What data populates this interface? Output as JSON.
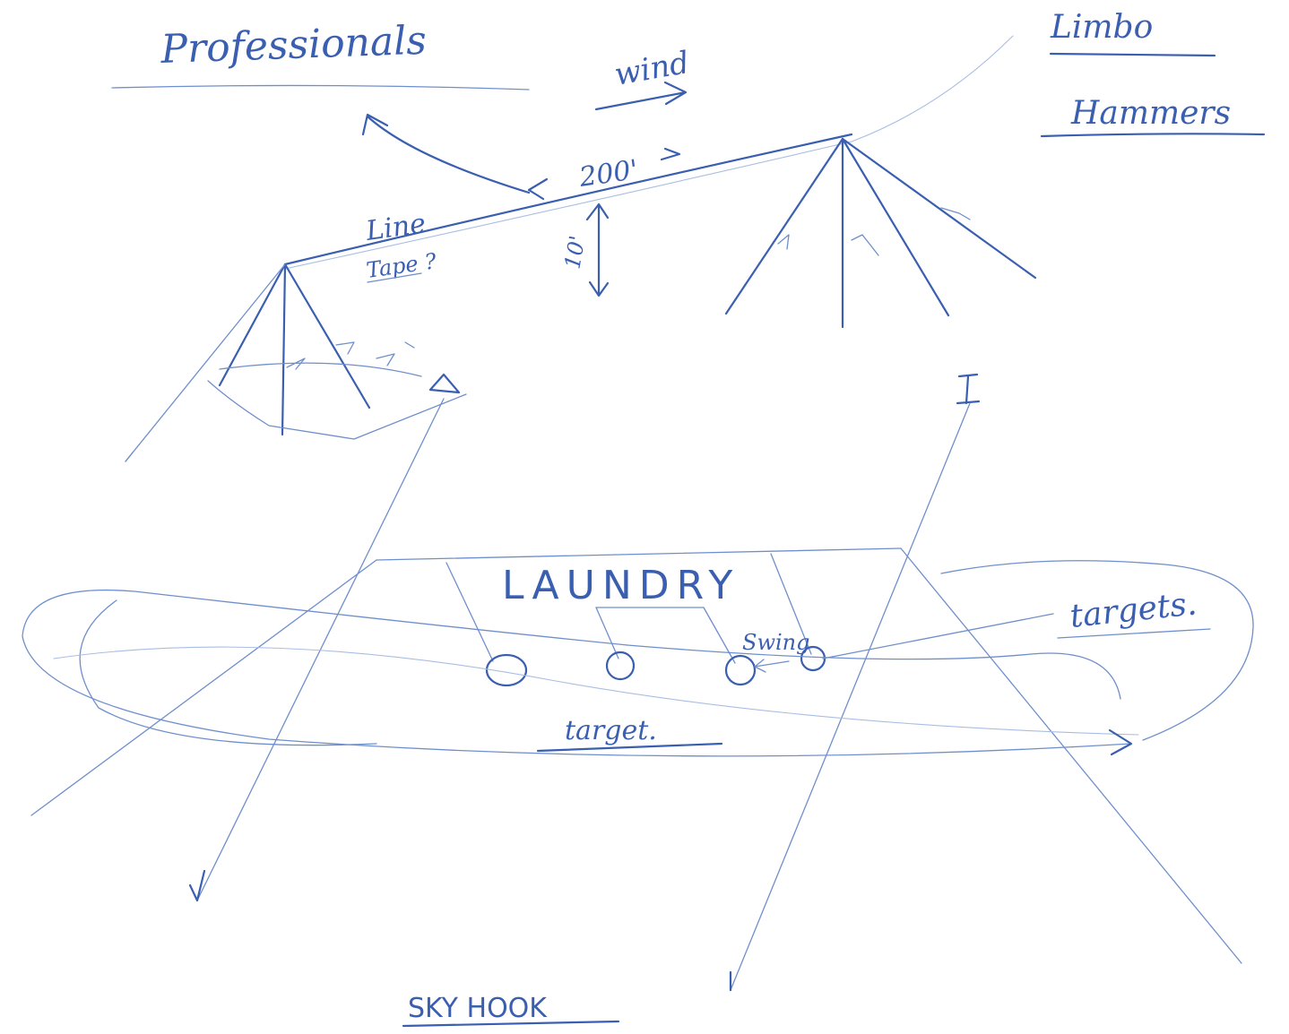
{
  "ink_color": "#3a5fb0",
  "labels": {
    "professionals": "Professionals",
    "wind": "wind",
    "limbo": "Limbo",
    "hammers": "Hammers",
    "distance": "200'",
    "height": "10'",
    "line": "Line",
    "tape": "Tape ?",
    "laundry": "LAUNDRY",
    "swing": "Swing",
    "targets": "targets.",
    "target": "target.",
    "sky_hook": "SKY HOOK"
  }
}
